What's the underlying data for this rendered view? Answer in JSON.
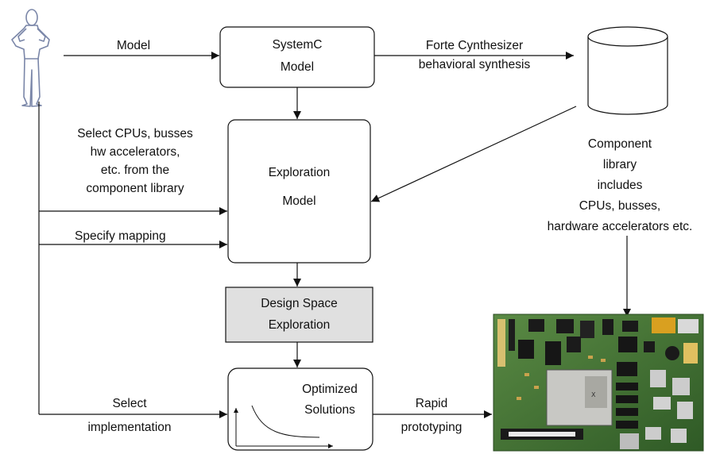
{
  "diagram": {
    "edges": {
      "model": "Model",
      "forte": [
        "Forte Cynthesizer",
        "behavioral synthesis"
      ],
      "select_components": [
        "Select CPUs, busses",
        "hw accelerators,",
        "etc. from the",
        "component library"
      ],
      "specify_mapping": "Specify mapping",
      "select_impl": [
        "Select",
        "implementation"
      ],
      "rapid": [
        "Rapid",
        "prototyping"
      ]
    },
    "nodes": {
      "systemc": [
        "SystemC",
        "Model"
      ],
      "exploration": [
        "Exploration",
        "Model"
      ],
      "dse": [
        "Design Space",
        "Exploration"
      ],
      "optimized": [
        "Optimized",
        "Solutions"
      ],
      "library_caption": [
        "Component",
        "library",
        "includes",
        "CPUs, busses,",
        "hardware accelerators etc."
      ]
    },
    "colors": {
      "stroke": "#111111",
      "dse_fill": "#e0e0e0",
      "pcb_green": "#3f6b2f"
    },
    "icons": {
      "user": "user-figure-icon",
      "database": "database-cylinder-icon",
      "board": "fpga-board-icon",
      "plot": "pareto-curve-icon"
    }
  }
}
